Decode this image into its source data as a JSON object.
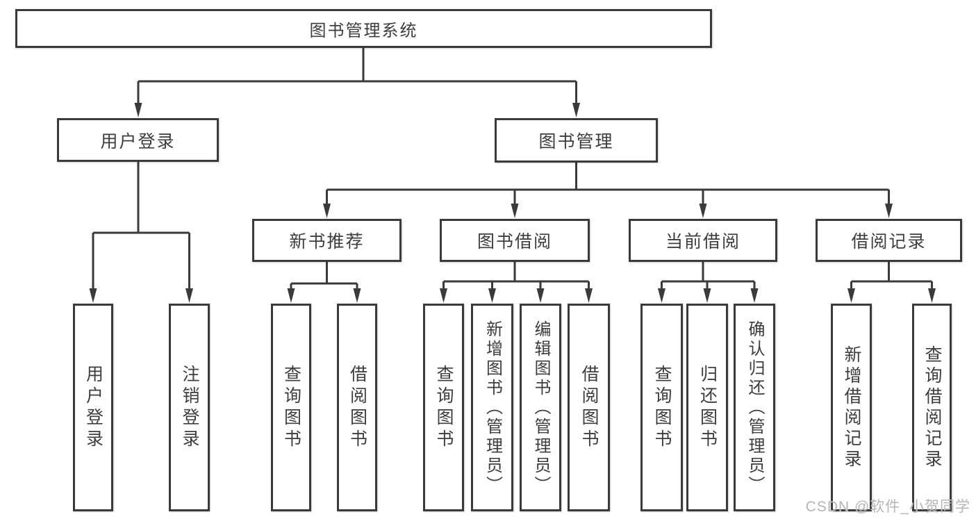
{
  "diagram_type": "hierarchy-tree",
  "tree": {
    "label": "图书管理系统",
    "children": [
      {
        "label": "用户登录",
        "children": [
          {
            "label": "用户登录"
          },
          {
            "label": "注销登录"
          }
        ]
      },
      {
        "label": "图书管理",
        "children": [
          {
            "label": "新书推荐",
            "children": [
              {
                "label": "查询图书"
              },
              {
                "label": "借阅图书"
              }
            ]
          },
          {
            "label": "图书借阅",
            "children": [
              {
                "label": "查询图书"
              },
              {
                "label": "新增图书（管理员）"
              },
              {
                "label": "编辑图书（管理员）"
              },
              {
                "label": "借阅图书"
              }
            ]
          },
          {
            "label": "当前借阅",
            "children": [
              {
                "label": "查询图书"
              },
              {
                "label": "归还图书"
              },
              {
                "label": "确认归还（管理员）"
              }
            ]
          },
          {
            "label": "借阅记录",
            "children": [
              {
                "label": "新增借阅记录"
              },
              {
                "label": "查询借阅记录"
              }
            ]
          }
        ]
      }
    ]
  },
  "watermark": {
    "text": "CSDN @软件_小贺同学"
  },
  "colors": {
    "line": "#3a3a3a",
    "box_border": "#3a3a3a",
    "box_background": "#ffffff",
    "text": "#3d3d3d",
    "page_background": "#ffffff",
    "watermark_text": "#b5b5b5"
  }
}
